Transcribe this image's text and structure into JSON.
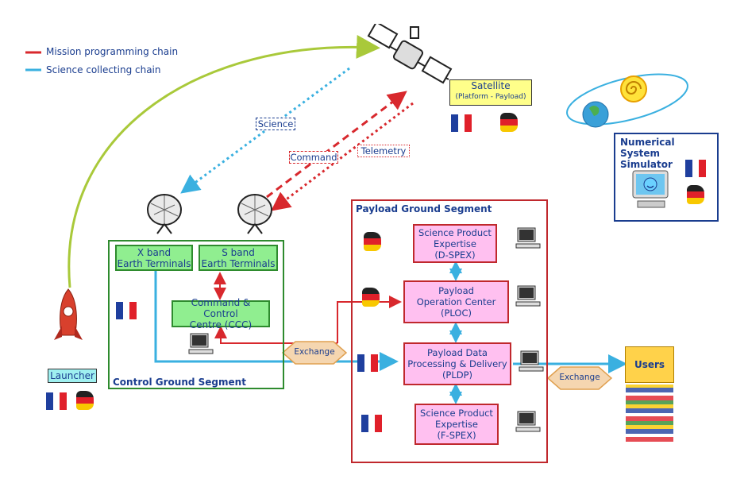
{
  "legend": {
    "mission_chain": "Mission programming chain",
    "science_chain": "Science collecting chain",
    "mission_color": "#d8282d",
    "science_color": "#3ab0e0"
  },
  "satellite": {
    "name": "Satellite",
    "sub": "(Platform - Payload)"
  },
  "links": {
    "science": "Science",
    "command": "Command",
    "telemetry": "Telemetry"
  },
  "simulator": {
    "title": "Numerical System Simulator"
  },
  "control_segment": {
    "title": "Control Ground Segment",
    "xband": [
      "X band",
      "Earth Terminals"
    ],
    "sband": [
      "S band",
      "Earth Terminals"
    ],
    "ccc": [
      "Command & Control",
      "Centre (CCC)"
    ]
  },
  "payload_segment": {
    "title": "Payload Ground Segment",
    "dspex": [
      "Science Product",
      "Expertise",
      "(D-SPEX)"
    ],
    "ploc": [
      "Payload",
      "Operation Center",
      "(PLOC)"
    ],
    "pldp": [
      "Payload Data",
      "Processing & Delivery",
      "(PLDP)"
    ],
    "fspex": [
      "Science Product",
      "Expertise",
      "(F-SPEX)"
    ]
  },
  "exchange_label": "Exchange",
  "users": "Users",
  "launcher": "Launcher",
  "icons": [
    "satellite-icon",
    "antenna-icon",
    "rocket-icon",
    "computer-icon",
    "earth-sun-icon",
    "france-flag-icon",
    "germany-flag-icon",
    "world-flags-icon"
  ]
}
